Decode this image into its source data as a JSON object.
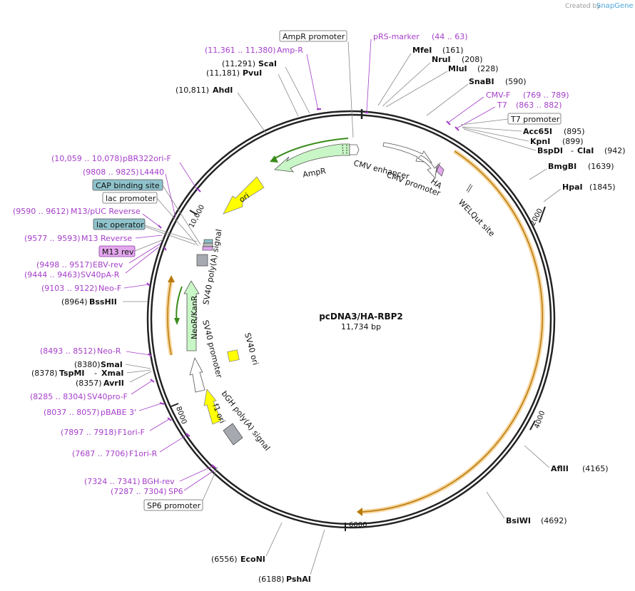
{
  "credit": {
    "prefix": "Created by",
    "brand": "SnapGene"
  },
  "map": {
    "title": "pcDNA3/HA-RBP2",
    "length": "11,734 bp"
  },
  "ticks": [
    "2000",
    "4000",
    "6000",
    "8000",
    "10,000"
  ],
  "enzymes": {
    "mfei": {
      "name": "MfeI",
      "pos": "(161)"
    },
    "nrui": {
      "name": "NruI",
      "pos": "(208)"
    },
    "mlui": {
      "name": "MluI",
      "pos": "(228)"
    },
    "snabi": {
      "name": "SnaBI",
      "pos": "(590)"
    },
    "acc65i": {
      "name": "Acc65I",
      "pos": "(895)"
    },
    "kpni": {
      "name": "KpnI",
      "pos": "(899)"
    },
    "bspdi": {
      "name": "BspDI",
      "sep": "-",
      "name2": "ClaI",
      "pos": "(942)"
    },
    "bmgbi": {
      "name": "BmgBI",
      "pos": "(1639)"
    },
    "hpai": {
      "name": "HpaI",
      "pos": "(1845)"
    },
    "aflii": {
      "name": "AflII",
      "pos": "(4165)"
    },
    "bsiwi": {
      "name": "BsiWI",
      "pos": "(4692)"
    },
    "pshai": {
      "name": "PshAI",
      "pos": "(6188)"
    },
    "econi": {
      "name": "EcoNI",
      "pos": "(6556)"
    },
    "avrii": {
      "name": "AvrII",
      "pos": "(8357)"
    },
    "tspmi": {
      "name": "TspMI",
      "sep": "-",
      "name2": "XmaI",
      "pos": "(8378)"
    },
    "smai": {
      "name": "SmaI",
      "pos": "(8380)"
    },
    "bsshii": {
      "name": "BssHII",
      "pos": "(8964)"
    },
    "ahdi": {
      "name": "AhdI",
      "pos": "(10,811)"
    },
    "pvui": {
      "name": "PvuI",
      "pos": "(11,181)"
    },
    "scai": {
      "name": "ScaI",
      "pos": "(11,291)"
    }
  },
  "primers": {
    "prs": {
      "name": "pRS-marker",
      "range": "(44 .. 63)"
    },
    "cmvf": {
      "name": "CMV-F",
      "range": "(769 .. 789)"
    },
    "t7": {
      "name": "T7",
      "range": "(863 .. 882)"
    },
    "ampr": {
      "name": "Amp-R",
      "range": "(11,361 .. 11,380)"
    },
    "pbr": {
      "name": "pBR322ori-F",
      "range": "(10,059 .. 10,078)"
    },
    "l4440": {
      "name": "L4440",
      "range": "(9808 .. 9825)"
    },
    "m13puc": {
      "name": "M13/pUC Reverse",
      "range": "(9590 .. 9612)"
    },
    "m13rev": {
      "name": "M13 Reverse",
      "range": "(9577 .. 9593)"
    },
    "ebv": {
      "name": "EBV-rev",
      "range": "(9498 .. 9517)"
    },
    "sv40pa": {
      "name": "SV40pA-R",
      "range": "(9444 .. 9463)"
    },
    "neof": {
      "name": "Neo-F",
      "range": "(9103 .. 9122)"
    },
    "neor": {
      "name": "Neo-R",
      "range": "(8493 .. 8512)"
    },
    "sv40pro": {
      "name": "SV40pro-F",
      "range": "(8285 .. 8304)"
    },
    "pbabe": {
      "name": "pBABE 3'",
      "range": "(8037 .. 8057)"
    },
    "f1orif": {
      "name": "F1ori-F",
      "range": "(7897 .. 7918)"
    },
    "f1orir": {
      "name": "F1ori-R",
      "range": "(7687 .. 7706)"
    },
    "bgh": {
      "name": "BGH-rev",
      "range": "(7324 .. 7341)"
    },
    "sp6": {
      "name": "SP6",
      "range": "(7287 .. 7304)"
    }
  },
  "boxes": {
    "ampr_promoter": "AmpR promoter",
    "t7_promoter": "T7 promoter",
    "cap_site": "CAP binding site",
    "lac_promoter": "lac promoter",
    "lac_operator": "lac operator",
    "m13_rev": "M13 rev",
    "sp6_promoter": "SP6 promoter"
  },
  "features": {
    "ampr": "AmpR",
    "cmv_enhancer": "CMV enhancer",
    "cmv_promoter": "CMV promoter",
    "ha": "HA",
    "welqut": "WELQut site",
    "ori": "ori",
    "sv40_polya": "SV40 poly(A) signal",
    "neor_kanr": "NeoR/KanR",
    "sv40_promoter": "SV40 promoter",
    "sv40_ori": "SV40 ori",
    "f1_ori": "f1 ori",
    "bgh_polya": "bGH poly(A) signal"
  },
  "colors": {
    "primer": "#a53ec9",
    "backbone": "#222222",
    "orf": "#e5a324",
    "ampr": "#c9f6c6",
    "ori": "#ffff00",
    "box_blue": "#8fc3cc",
    "box_purple": "#e3a7ee"
  }
}
